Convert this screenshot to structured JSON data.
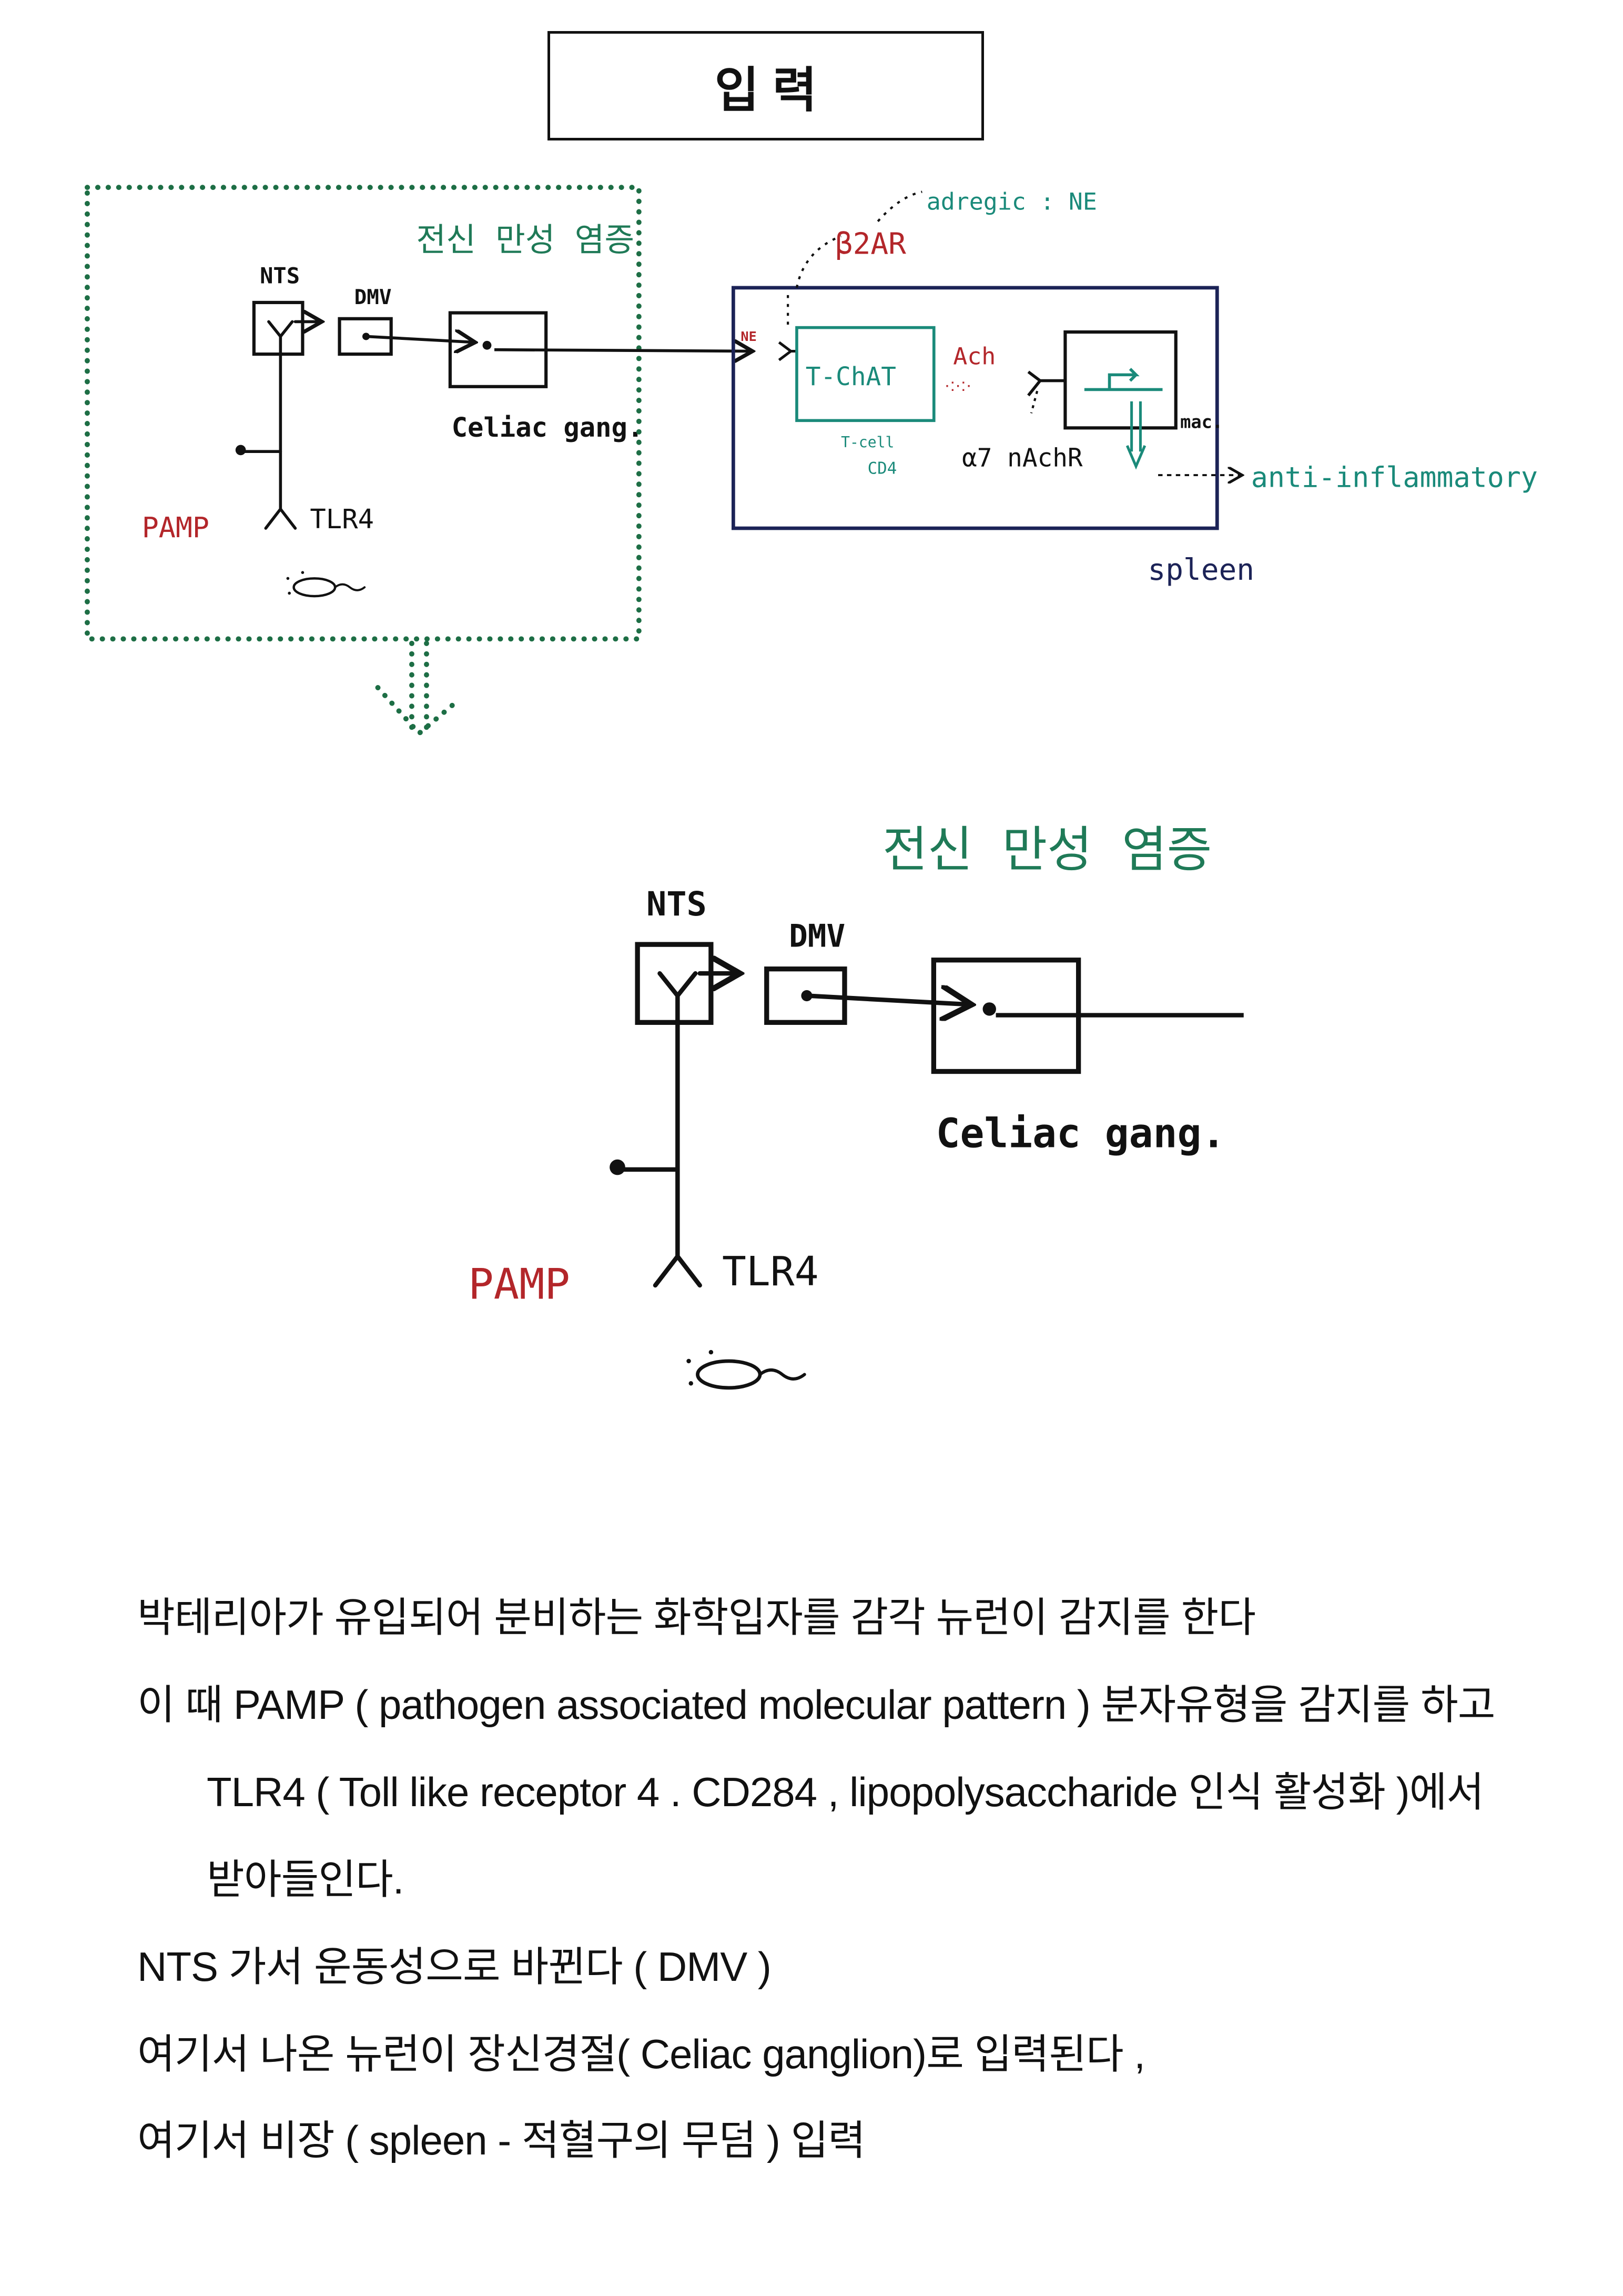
{
  "title": "입 력",
  "diagram": {
    "inflammation_label": "전신 만성 염증",
    "nts": "NTS",
    "dmv": "DMV",
    "celiac": "Celiac gang.",
    "pamp": "PAMP",
    "tlr4": "TLR4",
    "adregic": "adregic : NE",
    "beta2ar": "β2AR",
    "ne": "NE",
    "tchat": "T-ChAT",
    "tcell": "T-cell",
    "cd4": "CD4",
    "ach": "Ach",
    "a7nachr": "α7 nAchR",
    "mac": "mac.",
    "anti": "anti-inflammatory",
    "spleen": "spleen"
  },
  "colors": {
    "green": "#1f7a57",
    "teal": "#1a8a7a",
    "red": "#b3262a",
    "navy": "#1c2357",
    "dotted": "#1d6e45"
  },
  "body": {
    "lines": [
      "박테리아가 유입되어 분비하는 화학입자를 감각 뉴런이 감지를 한다",
      "이 때  PAMP ( pathogen associated molecular pattern )  분자유형을 감지를 하고",
      "TLR4 ( Toll like receptor 4 . CD284 ,  lipopolysaccharide 인식 활성화 )에서",
      "받아들인다.",
      "NTS 가서 운동성으로 바뀐다  ( DMV )",
      "여기서 나온 뉴런이 장신경절( Celiac ganglion)로 입력된다 ,",
      "여기서  비장 ( spleen - 적혈구의 무덤 ) 입력"
    ]
  }
}
